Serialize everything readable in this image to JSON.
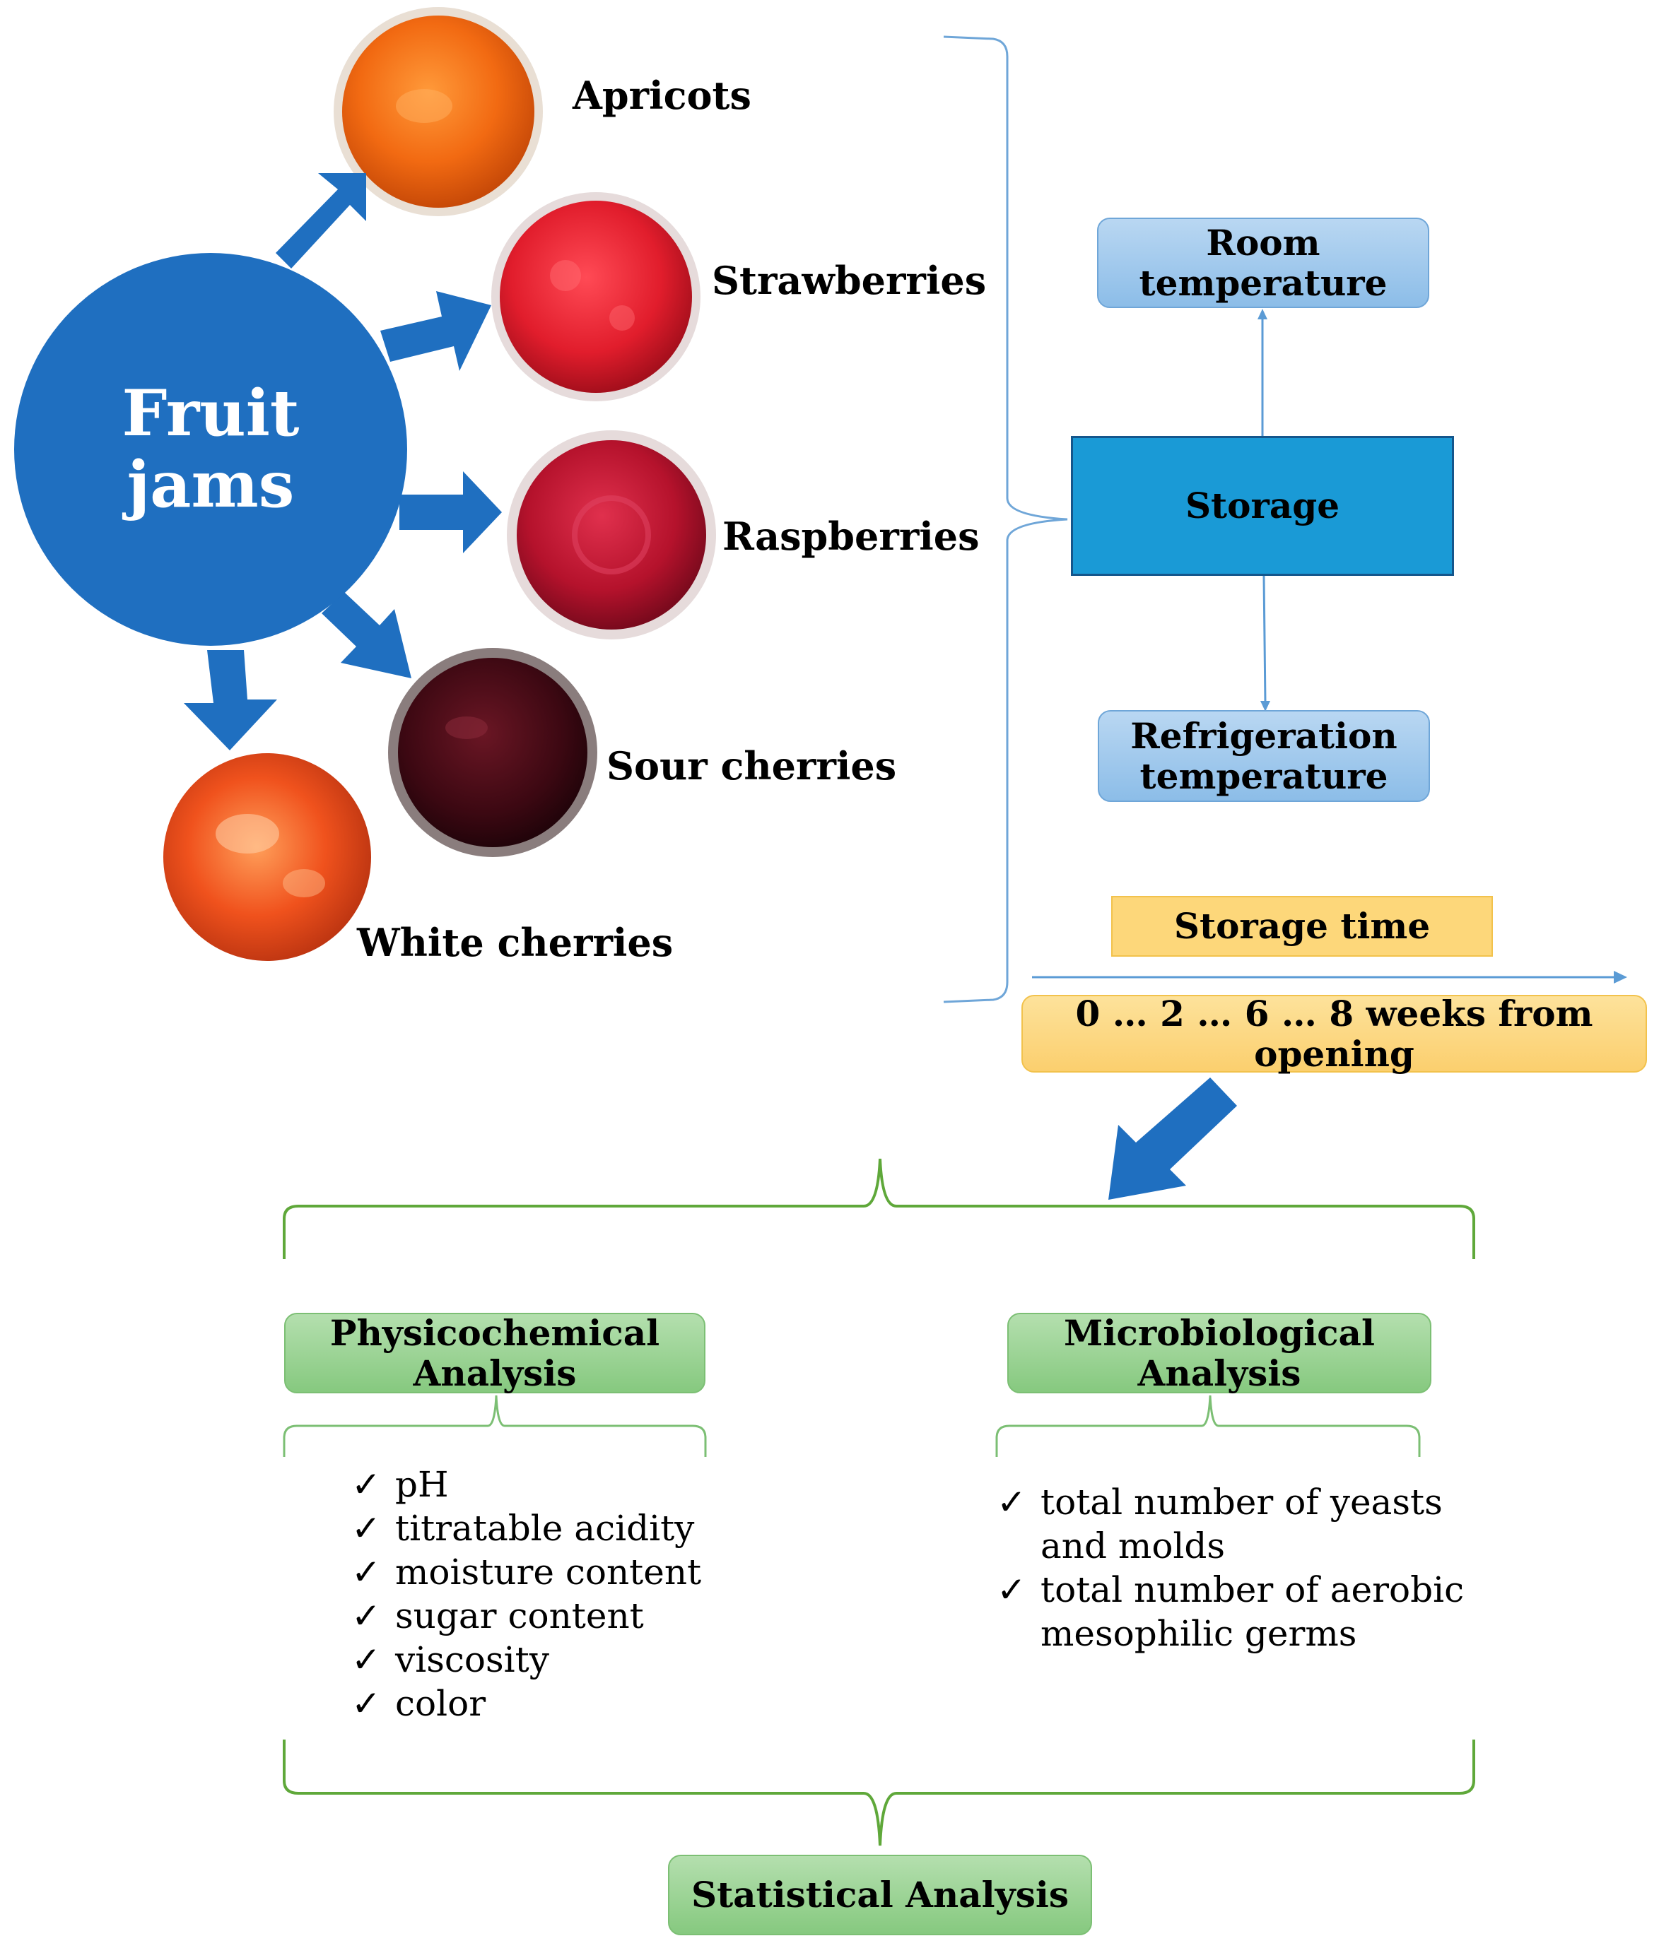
{
  "hub": {
    "line1": "Fruit",
    "line2": "jams"
  },
  "fruits": [
    {
      "label": "Apricots"
    },
    {
      "label": "Strawberries"
    },
    {
      "label": "Raspberries"
    },
    {
      "label": "Sour cherries"
    },
    {
      "label": "White cherries"
    }
  ],
  "storage": {
    "room": {
      "line1": "Room",
      "line2": "temperature"
    },
    "center": "Storage",
    "refrigeration": {
      "line1": "Refrigeration",
      "line2": "temperature"
    },
    "time_label": "Storage time",
    "time_values": "0 … 2 … 6 … 8 weeks from opening"
  },
  "analysis": {
    "physicochemical": {
      "line1": "Physicochemical",
      "line2": "Analysis",
      "items": [
        "pH",
        "titratable acidity",
        "moisture content",
        "sugar content",
        "viscosity",
        "color"
      ]
    },
    "microbiological": {
      "line1": "Microbiological",
      "line2": "Analysis",
      "items": [
        {
          "line1": "total number of yeasts",
          "line2": "and molds"
        },
        {
          "line1": "total number of aerobic",
          "line2": "mesophilic germs"
        }
      ]
    },
    "statistical": "Statistical Analysis"
  },
  "colors": {
    "hub_blue": "#1f6fc0",
    "arrow_blue": "#1f6fc0",
    "storage_blue": "#1a9ad6",
    "light_blue": "#9dc8ee",
    "bracket_blue": "#6fa6d8",
    "yellow": "#fdd77a",
    "green": "#9bd394",
    "bracket_green": "#5fa83a"
  }
}
